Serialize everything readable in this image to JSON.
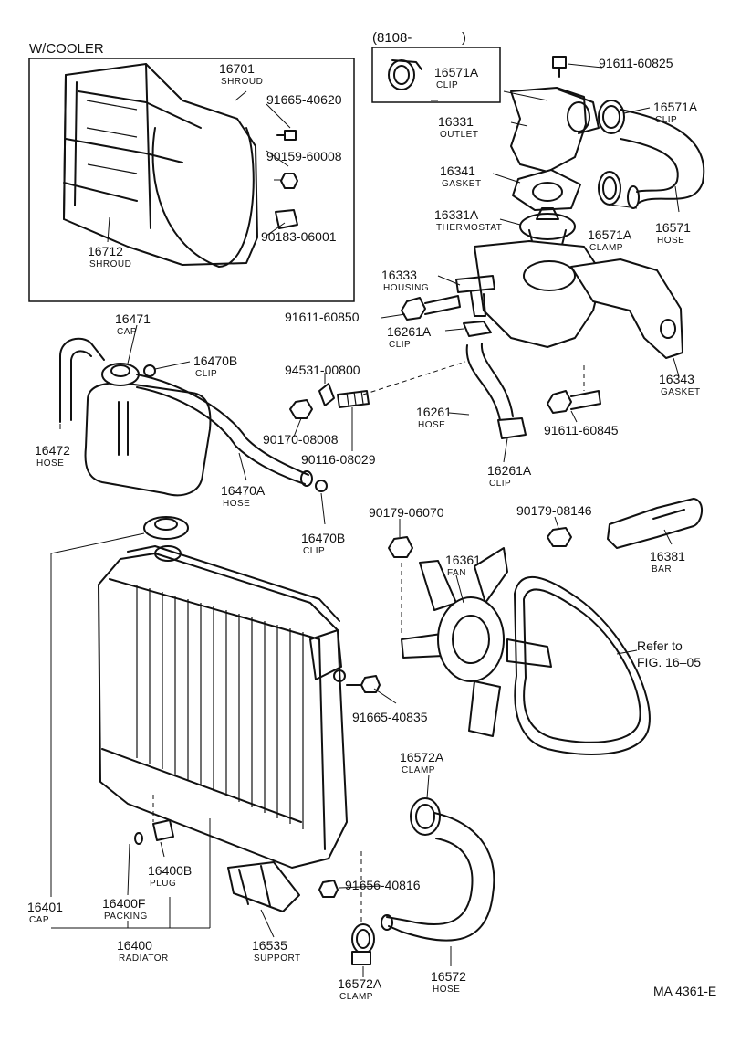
{
  "header": {
    "cooler_label": "W/COOLER",
    "serial_label": "(8108-",
    "serial_close": ")"
  },
  "footer": {
    "code": "MA 4361-E"
  },
  "callouts": [
    {
      "key": "c16701",
      "number": "16701",
      "name": "SHROUD"
    },
    {
      "key": "c91665a",
      "number": "91665-40620",
      "name": ""
    },
    {
      "key": "c90159",
      "number": "90159-60008",
      "name": ""
    },
    {
      "key": "c90183",
      "number": "90183-06001",
      "name": ""
    },
    {
      "key": "c16712",
      "number": "16712",
      "name": "SHROUD"
    },
    {
      "key": "c16571Abox",
      "number": "16571A",
      "name": "CLIP"
    },
    {
      "key": "c91611a",
      "number": "91611-60825",
      "name": ""
    },
    {
      "key": "c16571Aclip",
      "number": "16571A",
      "name": "CLIP"
    },
    {
      "key": "c16331",
      "number": "16331",
      "name": "OUTLET"
    },
    {
      "key": "c16341",
      "number": "16341",
      "name": "GASKET"
    },
    {
      "key": "c16331A",
      "number": "16331A",
      "name": "THERMOSTAT"
    },
    {
      "key": "c16571Aclamp",
      "number": "16571A",
      "name": "CLAMP"
    },
    {
      "key": "c16571",
      "number": "16571",
      "name": "HOSE"
    },
    {
      "key": "c16333",
      "number": "16333",
      "name": "HOUSING"
    },
    {
      "key": "c91611b",
      "number": "91611-60850",
      "name": ""
    },
    {
      "key": "c16261Atop",
      "number": "16261A",
      "name": "CLIP"
    },
    {
      "key": "c16343",
      "number": "16343",
      "name": "GASKET"
    },
    {
      "key": "c16471",
      "number": "16471",
      "name": "CAP"
    },
    {
      "key": "c16470Btop",
      "number": "16470B",
      "name": "CLIP"
    },
    {
      "key": "c94531",
      "number": "94531-00800",
      "name": ""
    },
    {
      "key": "c16472",
      "number": "16472",
      "name": "HOSE"
    },
    {
      "key": "c90170",
      "number": "90170-08008",
      "name": ""
    },
    {
      "key": "c90116",
      "number": "90116-08029",
      "name": ""
    },
    {
      "key": "c16261",
      "number": "16261",
      "name": "HOSE"
    },
    {
      "key": "c91611c",
      "number": "91611-60845",
      "name": ""
    },
    {
      "key": "c16261Abot",
      "number": "16261A",
      "name": "CLIP"
    },
    {
      "key": "c16470A",
      "number": "16470A",
      "name": "HOSE"
    },
    {
      "key": "c16470Bbot",
      "number": "16470B",
      "name": "CLIP"
    },
    {
      "key": "c90179a",
      "number": "90179-06070",
      "name": ""
    },
    {
      "key": "c90179b",
      "number": "90179-08146",
      "name": ""
    },
    {
      "key": "c16361",
      "number": "16361",
      "name": "FAN"
    },
    {
      "key": "c16381",
      "number": "16381",
      "name": "BAR"
    },
    {
      "key": "cRefer",
      "number": "Refer to",
      "name": "FIG. 16–05"
    },
    {
      "key": "c91665b",
      "number": "91665-40835",
      "name": ""
    },
    {
      "key": "c16572Atop",
      "number": "16572A",
      "name": "CLAMP"
    },
    {
      "key": "c16401",
      "number": "16401",
      "name": "CAP"
    },
    {
      "key": "c16400B",
      "number": "16400B",
      "name": "PLUG"
    },
    {
      "key": "c16400F",
      "number": "16400F",
      "name": "PACKING"
    },
    {
      "key": "c91656",
      "number": "91656-40816",
      "name": ""
    },
    {
      "key": "c16400",
      "number": "16400",
      "name": "RADIATOR"
    },
    {
      "key": "c16535",
      "number": "16535",
      "name": "SUPPORT"
    },
    {
      "key": "c16572",
      "number": "16572",
      "name": "HOSE"
    },
    {
      "key": "c16572Abot",
      "number": "16572A",
      "name": "CLAMP"
    }
  ]
}
